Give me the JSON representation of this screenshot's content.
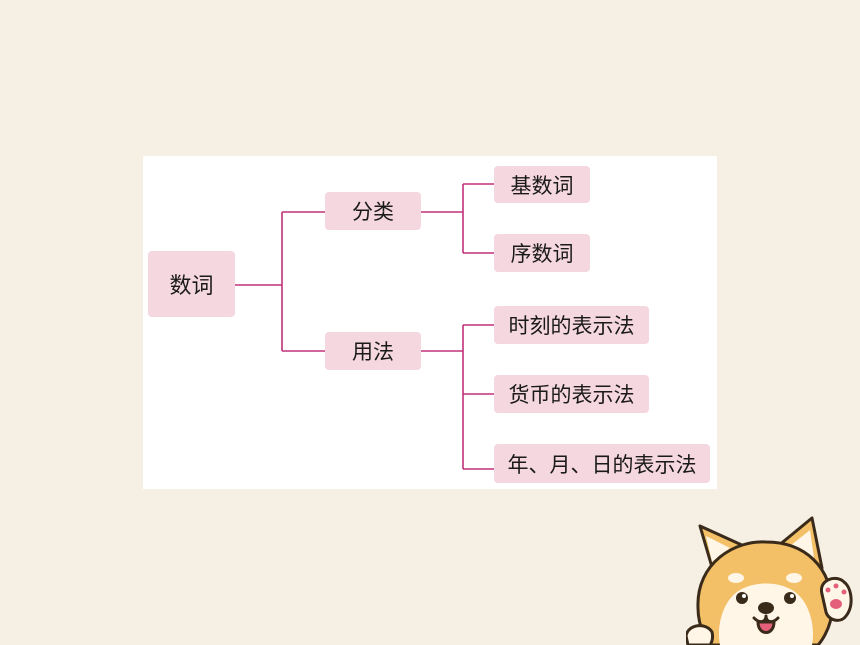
{
  "colors": {
    "background": "#f6efe3",
    "panel": "#ffffff",
    "node_fill": "#f5d7df",
    "connector": "#c0317a",
    "dog_fur": "#f3c067",
    "dog_face": "#fff6e8"
  },
  "diagram": {
    "root": "数词",
    "branches": [
      {
        "label": "分类",
        "children": [
          "基数词",
          "序数词"
        ]
      },
      {
        "label": "用法",
        "children": [
          "时刻的表示法",
          "货币的表示法",
          "年、月、日的表示法"
        ]
      }
    ]
  },
  "decoration": {
    "icon": "shiba-dog-waving-icon"
  }
}
